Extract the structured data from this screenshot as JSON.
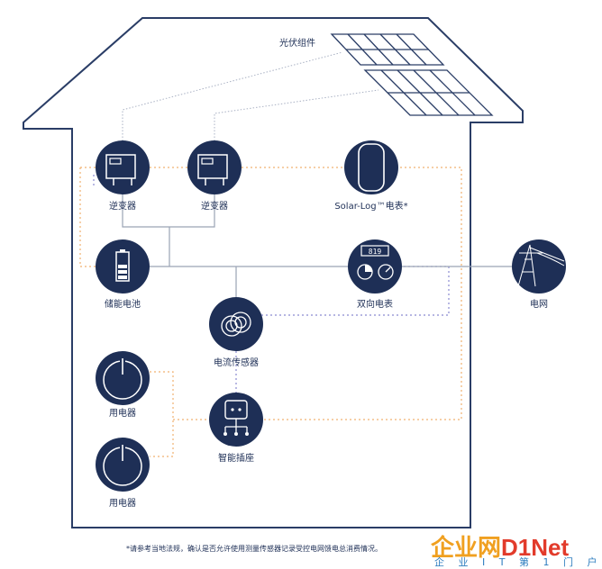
{
  "labels": {
    "pv": "光伏组件",
    "inverter1": "逆变器",
    "inverter2": "逆变器",
    "solarlog": "Solar-Log™电表*",
    "battery": "储能电池",
    "meter": "双向电表",
    "grid": "电网",
    "sensor": "电流传感器",
    "appliance1": "用电器",
    "appliance2": "用电器",
    "socket": "智能插座"
  },
  "meter_digits": "819",
  "footnote": "*请参考当地法规，确认是否允许使用测量传感器记录受控电网馈电总消费情况。",
  "watermark": {
    "main_cn": "企业网",
    "main_en": "D1Net",
    "sub": "企 业 I T 第 1 门 户"
  },
  "colors": {
    "navy": "#1e2f56",
    "house_outline": "#2a3d66",
    "dotted_orange": "#f0b070",
    "dotted_purple": "#8a8ad0"
  }
}
